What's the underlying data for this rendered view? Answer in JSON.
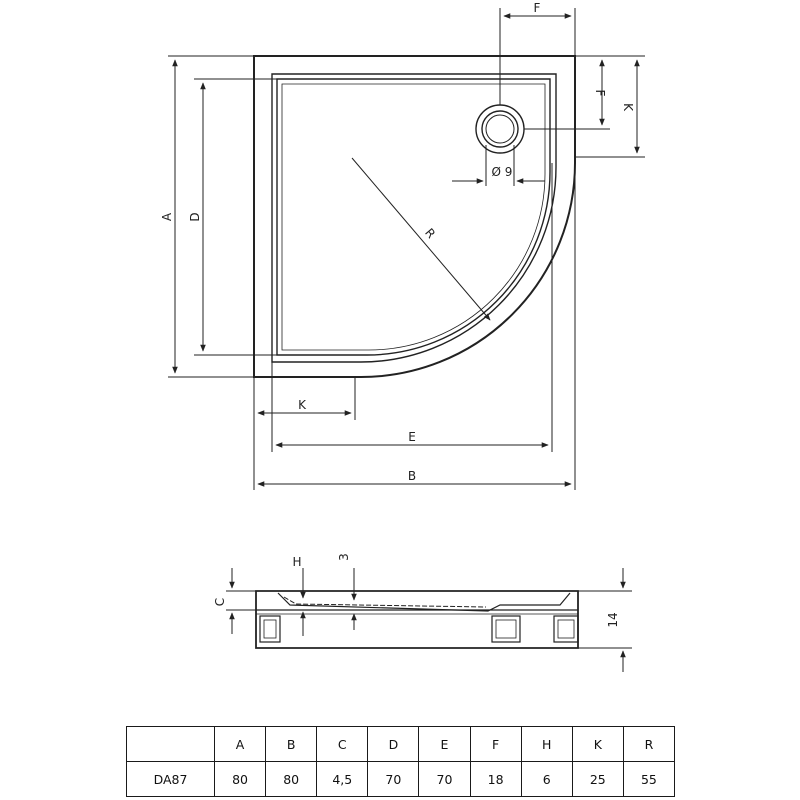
{
  "plan_view": {
    "labels": {
      "A": "A",
      "B": "B",
      "D": "D",
      "E": "E",
      "F_top": "F",
      "F_side": "F",
      "K_side": "K",
      "K_bottom": "K",
      "R": "R",
      "drain": "Ø 9"
    }
  },
  "section_view": {
    "labels": {
      "H": "H",
      "three": "3",
      "C": "C",
      "height": "14"
    }
  },
  "table": {
    "corner": "",
    "headers": [
      "A",
      "B",
      "C",
      "D",
      "E",
      "F",
      "H",
      "K",
      "R"
    ],
    "rows": [
      {
        "model": "DA87",
        "values": [
          "80",
          "80",
          "4,5",
          "70",
          "70",
          "18",
          "6",
          "25",
          "55"
        ]
      }
    ]
  }
}
